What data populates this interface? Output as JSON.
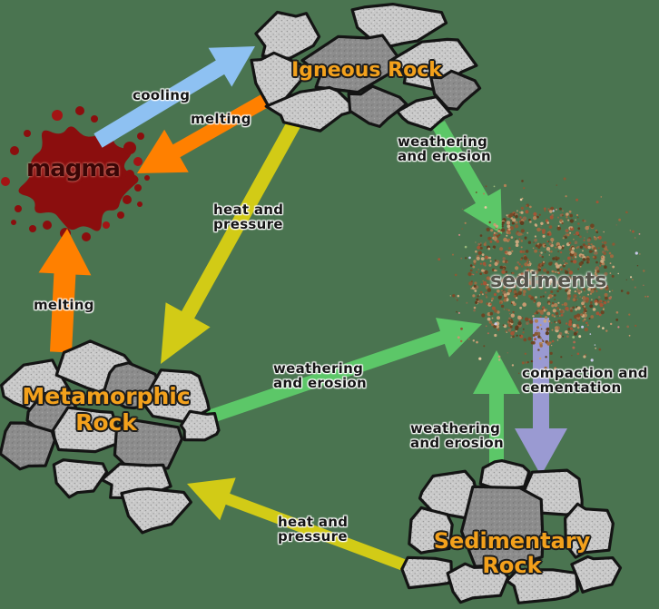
{
  "diagram": {
    "background_color": "#4a7450",
    "rock_style": {
      "light_stone": "#c9c9c9",
      "dark_stone": "#8d8d8d",
      "outline": "#141414"
    },
    "nodes": {
      "magma": {
        "label": "magma",
        "fill_color": "#8b0e0e",
        "label_color": "#3a0606"
      },
      "igneous_rock": {
        "label": "Igneous Rock",
        "label_color": "#f3a11c"
      },
      "sediments": {
        "label": "sediments",
        "label_color": "#55544b"
      },
      "metamorphic_rock": {
        "label_line1": "Metamorphic",
        "label_line2": "Rock",
        "label_color": "#f3a11c"
      },
      "sedimentary_rock": {
        "label_line1": "Sedimentary",
        "label_line2": "Rock",
        "label_color": "#f3a11c"
      }
    },
    "processes": {
      "cooling": {
        "label": "cooling",
        "color": "#8ec1f2",
        "from": "magma",
        "to": "Igneous Rock"
      },
      "melting_from_igneous": {
        "label": "melting",
        "color": "#ff8000",
        "from": "Igneous Rock",
        "to": "magma"
      },
      "melting_from_metamorphic": {
        "label": "melting",
        "color": "#ff8000",
        "from": "Metamorphic Rock",
        "to": "magma"
      },
      "heat_pressure_from_igneous": {
        "label_line1": "heat and",
        "label_line2": "pressure",
        "color": "#d2cb16",
        "from": "Igneous Rock",
        "to": "Metamorphic Rock"
      },
      "weathering_from_igneous": {
        "label_line1": "weathering",
        "label_line2": "and erosion",
        "color": "#5cc768",
        "from": "Igneous Rock",
        "to": "sediments"
      },
      "weathering_from_metamorphic": {
        "label_line1": "weathering",
        "label_line2": "and erosion",
        "color": "#5cc768",
        "from": "Metamorphic Rock",
        "to": "sediments"
      },
      "weathering_from_sedimentary": {
        "label_line1": "weathering",
        "label_line2": "and erosion",
        "color": "#5cc768",
        "from": "Sedimentary Rock",
        "to": "sediments"
      },
      "compaction_cementation": {
        "label_line1": "compaction and",
        "label_line2": "cementation",
        "color": "#9a9ad2",
        "from": "sediments",
        "to": "Sedimentary Rock"
      },
      "heat_pressure_from_sedimentary": {
        "label_line1": "heat and",
        "label_line2": "pressure",
        "color": "#d2cb16",
        "from": "Sedimentary Rock",
        "to": "Metamorphic Rock"
      }
    }
  }
}
